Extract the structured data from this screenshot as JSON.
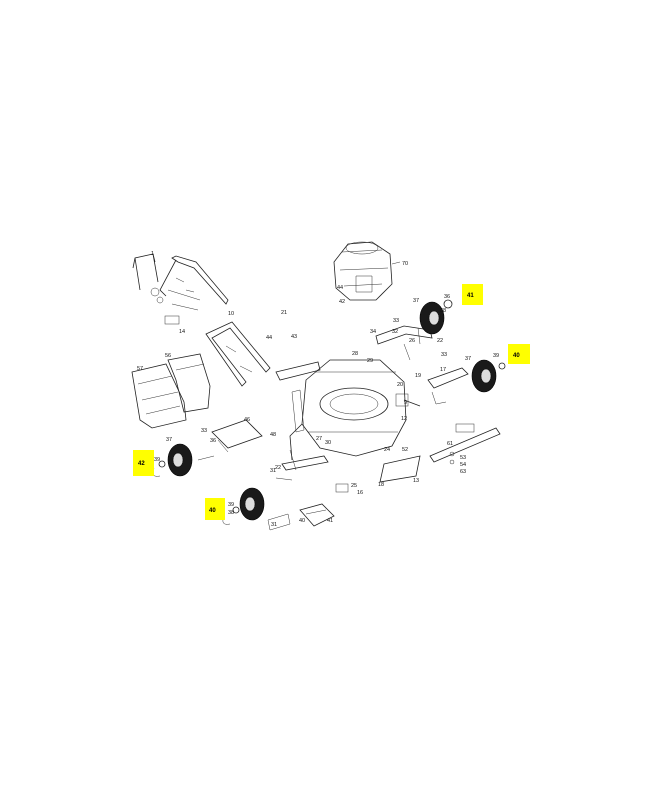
{
  "colors": {
    "highlight": "#ffff00",
    "ink": "#222222",
    "background": "#ffffff"
  },
  "diagram": {
    "labels": [
      {
        "id": "p1",
        "text": "1"
      },
      {
        "id": "p70",
        "text": "70"
      },
      {
        "id": "p44a",
        "text": "44"
      },
      {
        "id": "p42a",
        "text": "42"
      },
      {
        "id": "p21",
        "text": "21"
      },
      {
        "id": "p43",
        "text": "43"
      },
      {
        "id": "p44b",
        "text": "44"
      },
      {
        "id": "p37a",
        "text": "37"
      },
      {
        "id": "p36a",
        "text": "36"
      },
      {
        "id": "p38",
        "text": "38"
      },
      {
        "id": "p33a",
        "text": "33"
      },
      {
        "id": "p34",
        "text": "34"
      },
      {
        "id": "p32",
        "text": "32"
      },
      {
        "id": "p26",
        "text": "26"
      },
      {
        "id": "p22a",
        "text": "22"
      },
      {
        "id": "p33b",
        "text": "33"
      },
      {
        "id": "p37b",
        "text": "37"
      },
      {
        "id": "p39a",
        "text": "39"
      },
      {
        "id": "p17",
        "text": "17"
      },
      {
        "id": "p19",
        "text": "19"
      },
      {
        "id": "p20",
        "text": "20"
      },
      {
        "id": "p9",
        "text": "9"
      },
      {
        "id": "p12",
        "text": "12"
      },
      {
        "id": "p28",
        "text": "28"
      },
      {
        "id": "p29a",
        "text": "29"
      },
      {
        "id": "p57",
        "text": "57"
      },
      {
        "id": "p56",
        "text": "56"
      },
      {
        "id": "p10",
        "text": "10"
      },
      {
        "id": "p14",
        "text": "14"
      },
      {
        "id": "p46",
        "text": "46"
      },
      {
        "id": "p48",
        "text": "48"
      },
      {
        "id": "p33c",
        "text": "33"
      },
      {
        "id": "p37c",
        "text": "37"
      },
      {
        "id": "p36b",
        "text": "36"
      },
      {
        "id": "p31a",
        "text": "31"
      },
      {
        "id": "p30",
        "text": "30"
      },
      {
        "id": "p24",
        "text": "24"
      },
      {
        "id": "p27",
        "text": "27"
      },
      {
        "id": "p22b",
        "text": "22"
      },
      {
        "id": "p39b",
        "text": "39"
      },
      {
        "id": "p31b",
        "text": "31"
      },
      {
        "id": "p40",
        "text": "40"
      },
      {
        "id": "p52",
        "text": "52"
      },
      {
        "id": "p16",
        "text": "16"
      },
      {
        "id": "p25",
        "text": "25"
      },
      {
        "id": "p53",
        "text": "53"
      },
      {
        "id": "p54",
        "text": "54"
      },
      {
        "id": "p13",
        "text": "13"
      },
      {
        "id": "p18",
        "text": "18"
      },
      {
        "id": "p41",
        "text": "41"
      },
      {
        "id": "p61",
        "text": "61"
      },
      {
        "id": "p63",
        "text": "63"
      },
      {
        "id": "p38b",
        "text": "38"
      },
      {
        "id": "p39c",
        "text": "39"
      }
    ],
    "highlights": [
      {
        "id": "h41",
        "text": "41"
      },
      {
        "id": "h40a",
        "text": "40"
      },
      {
        "id": "h42",
        "text": "42"
      },
      {
        "id": "h40b",
        "text": "40"
      }
    ]
  }
}
